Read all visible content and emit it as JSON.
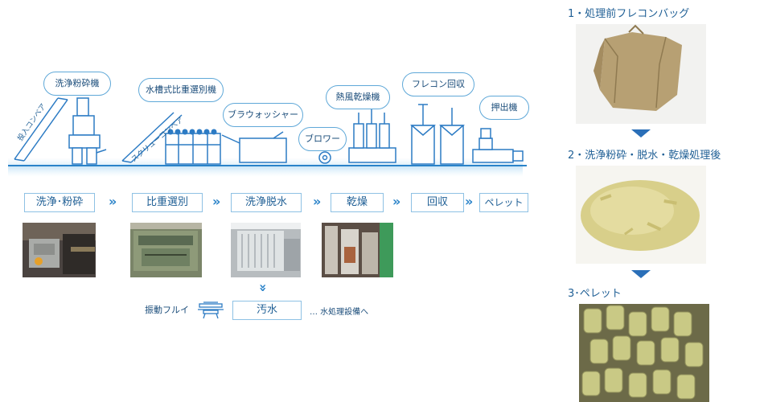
{
  "machines": {
    "input_conveyor": "投入コンベア",
    "washing_crusher": "洗浄粉砕機",
    "screw_conveyor": "スクリューコンベア",
    "water_tank_separator": "水槽式比重選別機",
    "brush_washer": "ブラウォッシャー",
    "blower": "ブロワー",
    "hot_air_dryer": "熱風乾燥機",
    "flecon_recovery": "フレコン回収",
    "extruder": "押出機"
  },
  "flow_steps": [
    "洗浄･粉砕",
    "比重選別",
    "洗浄脱水",
    "乾燥",
    "回収",
    "ペレット"
  ],
  "flow_arrow": "»",
  "wastewater": {
    "down_arrow": "»",
    "sieve_label": "振動フルイ",
    "box_label": "汚水",
    "note": "… 水処理設備へ"
  },
  "stages": {
    "stage1": "1・処理前フレコンバッグ",
    "stage2": "2・洗浄粉砕・脱水・乾燥処理後",
    "stage3": "3･ペレット"
  },
  "colors": {
    "line_blue": "#2a83c9",
    "machine_blue": "#2c7bc4",
    "label_blue": "#1f5f95",
    "triangle_blue": "#2a6fb8"
  }
}
